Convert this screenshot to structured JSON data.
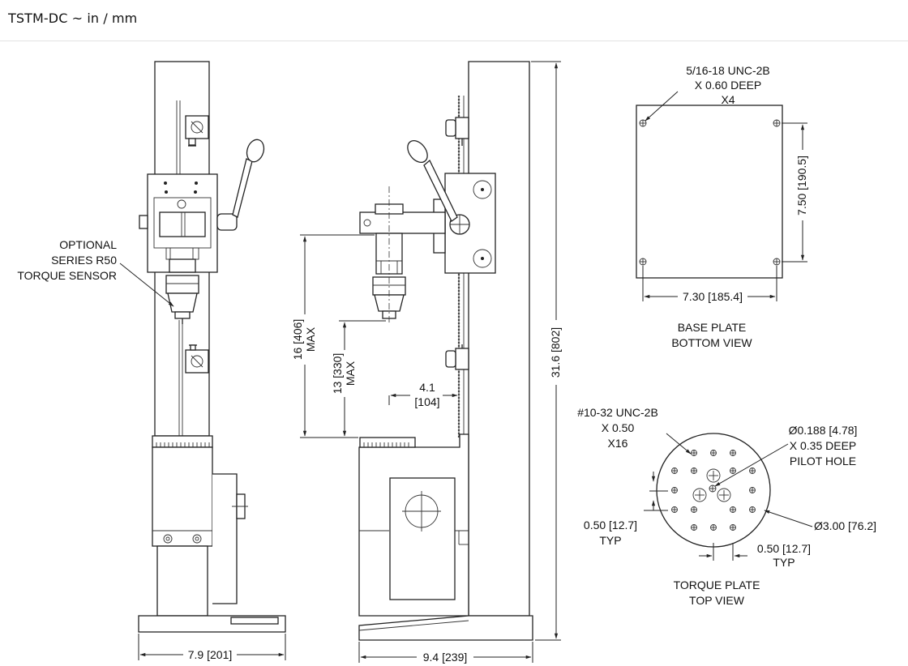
{
  "header": {
    "title": "TSTM-DC ~ in / mm"
  },
  "front_view": {
    "sensor_label": [
      "OPTIONAL",
      "SERIES R50",
      "TORQUE SENSOR"
    ],
    "width_dim": "7.9 [201]"
  },
  "side_view": {
    "max16_dim": [
      "16 [406]",
      "MAX"
    ],
    "max13_dim": [
      "13 [330]",
      "MAX"
    ],
    "offset_dim": [
      "4.1",
      "[104]"
    ],
    "height_dim": "31.6 [802]",
    "width_dim": "9.4 [239]"
  },
  "base_plate": {
    "thread_label": [
      "5/16-18 UNC-2B",
      "X 0.60 DEEP",
      "X4"
    ],
    "height_dim": "7.50 [190.5]",
    "width_dim": "7.30 [185.4]",
    "caption": [
      "BASE PLATE",
      "BOTTOM VIEW"
    ]
  },
  "torque_plate": {
    "thread_label": [
      "#10-32 UNC-2B",
      "X 0.50",
      "X16"
    ],
    "pilot_label": [
      "Ø0.188 [4.78]",
      "X 0.35 DEEP",
      "PILOT HOLE"
    ],
    "diameter_dim": "Ø3.00 [76.2]",
    "spacing_y_dim": [
      "0.50 [12.7]",
      "TYP"
    ],
    "spacing_x_dim": [
      "0.50 [12.7]",
      "TYP"
    ],
    "caption": [
      "TORQUE PLATE",
      "TOP VIEW"
    ]
  }
}
